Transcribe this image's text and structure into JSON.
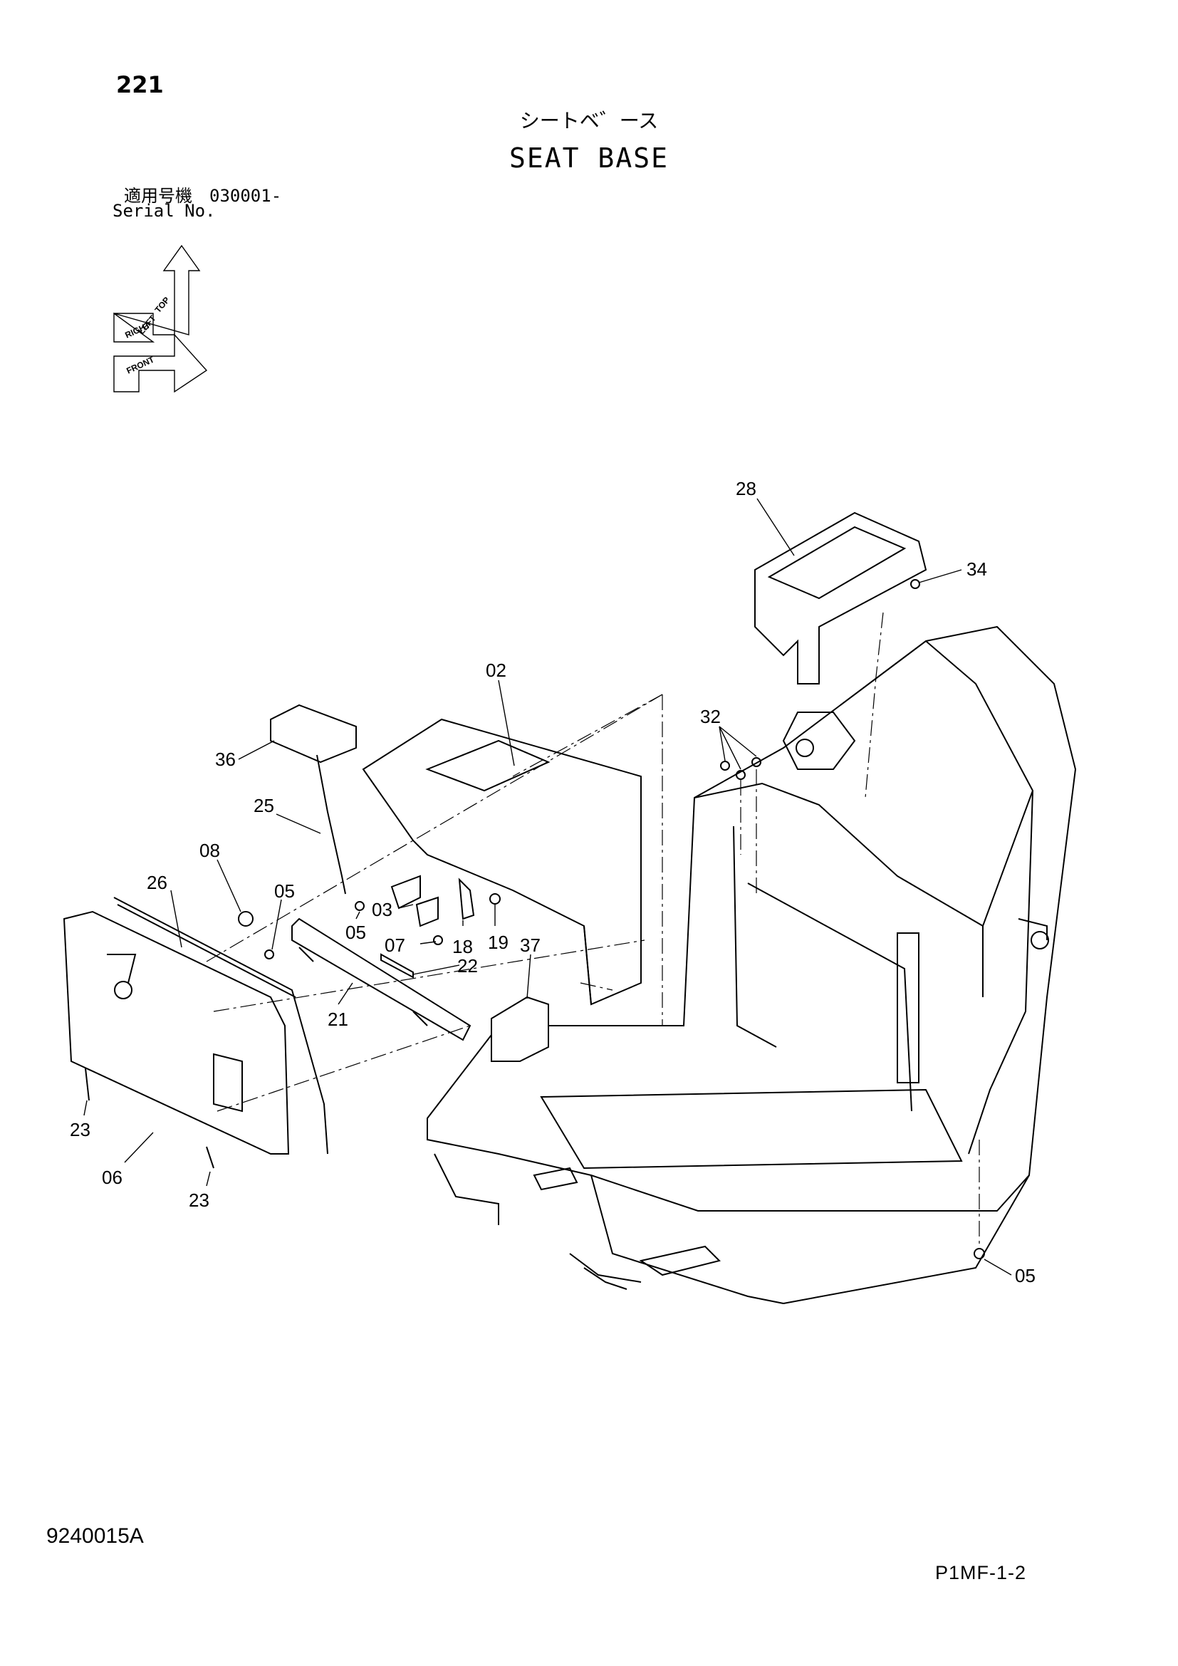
{
  "header": {
    "page_number": "221",
    "title_jp": "シートベ゛ース",
    "title_en": "SEAT BASE",
    "serial_jp": "適用号機　030001-",
    "serial_en": "Serial No."
  },
  "orientation": {
    "labels": [
      "TOP",
      "LEFT",
      "RIGHT",
      "FRONT"
    ]
  },
  "callouts": [
    {
      "id": "28",
      "text": "28"
    },
    {
      "id": "34",
      "text": "34"
    },
    {
      "id": "02",
      "text": "02"
    },
    {
      "id": "32",
      "text": "32"
    },
    {
      "id": "36",
      "text": "36"
    },
    {
      "id": "25",
      "text": "25"
    },
    {
      "id": "26",
      "text": "26"
    },
    {
      "id": "08",
      "text": "08"
    },
    {
      "id": "05a",
      "text": "05"
    },
    {
      "id": "05b",
      "text": "05"
    },
    {
      "id": "03",
      "text": "03"
    },
    {
      "id": "07",
      "text": "07"
    },
    {
      "id": "18",
      "text": "18"
    },
    {
      "id": "19",
      "text": "19"
    },
    {
      "id": "37",
      "text": "37"
    },
    {
      "id": "22",
      "text": "22"
    },
    {
      "id": "21",
      "text": "21"
    },
    {
      "id": "23a",
      "text": "23"
    },
    {
      "id": "06",
      "text": "06"
    },
    {
      "id": "23b",
      "text": "23"
    },
    {
      "id": "05c",
      "text": "05"
    }
  ],
  "footer": {
    "drawing_code": "9240015A",
    "sheet_code": "P1MF-1-2"
  }
}
